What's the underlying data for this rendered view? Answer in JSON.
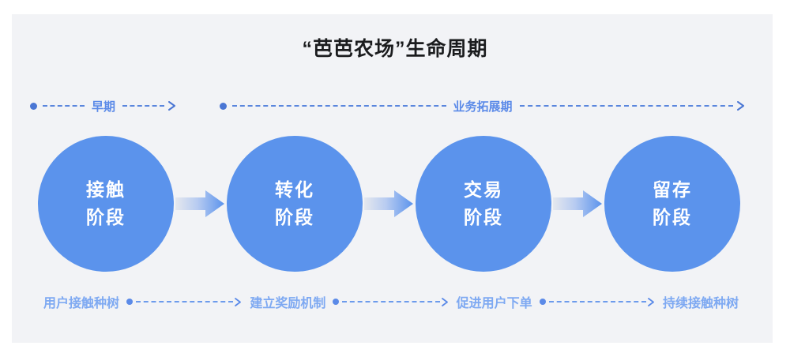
{
  "panel": {
    "background_color": "#f2f3f6",
    "page_background_color": "#ffffff"
  },
  "title": "“芭芭农场”生命周期",
  "colors": {
    "circle_blue": "#5b93ec",
    "track_label_blue": "#5b8ae8",
    "caption_blue": "#7ea9f2",
    "dot_blue": "#4a76d4",
    "title_black": "#1b1c1e",
    "arrow_gradient_from": "#e3e6ec",
    "arrow_gradient_to": "#5b93ec"
  },
  "phase_tracks": [
    {
      "label": "早期",
      "dot": "round-dot",
      "arrow": "chevron-right-icon"
    },
    {
      "label": "业务拓展期",
      "dot": "round-dot",
      "arrow": "chevron-right-icon"
    }
  ],
  "stages": [
    {
      "line1": "接触",
      "line2": "阶段"
    },
    {
      "line1": "转化",
      "line2": "阶段"
    },
    {
      "line1": "交易",
      "line2": "阶段"
    },
    {
      "line1": "留存",
      "line2": "阶段"
    }
  ],
  "flow_arrows": [
    {
      "name": "arrow-stage-1-to-2"
    },
    {
      "name": "arrow-stage-2-to-3"
    },
    {
      "name": "arrow-stage-3-to-4"
    }
  ],
  "captions": [
    "用户接触种树",
    "建立奖励机制",
    "促进用户下单",
    "持续接触种树"
  ]
}
